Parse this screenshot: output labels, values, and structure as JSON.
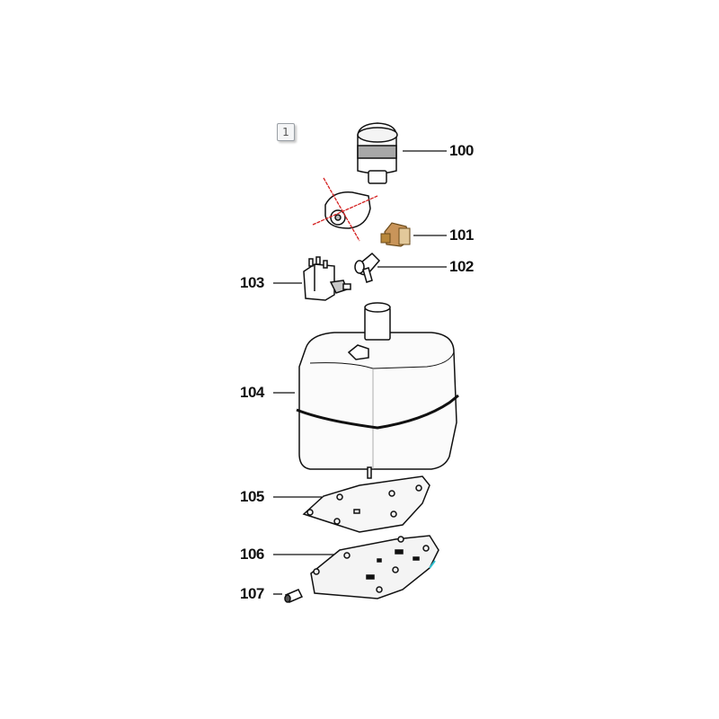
{
  "diagram": {
    "page_badge": "1",
    "parts": [
      {
        "id": "100",
        "label": "100",
        "desc": "cap"
      },
      {
        "id": "101",
        "label": "101",
        "desc": "brass-fitting"
      },
      {
        "id": "102",
        "label": "102",
        "desc": "elbow-connector"
      },
      {
        "id": "103",
        "label": "103",
        "desc": "solenoid-pump"
      },
      {
        "id": "104",
        "label": "104",
        "desc": "water-tank"
      },
      {
        "id": "105",
        "label": "105",
        "desc": "gasket-plate"
      },
      {
        "id": "106",
        "label": "106",
        "desc": "soleplate"
      },
      {
        "id": "107",
        "label": "107",
        "desc": "small-pin"
      }
    ],
    "crossed_out_part": "discontinued-valve",
    "colors": {
      "line": "#111111",
      "cross": "#d42020",
      "brass": "#b8873a",
      "band": "#a8a8a8"
    }
  }
}
